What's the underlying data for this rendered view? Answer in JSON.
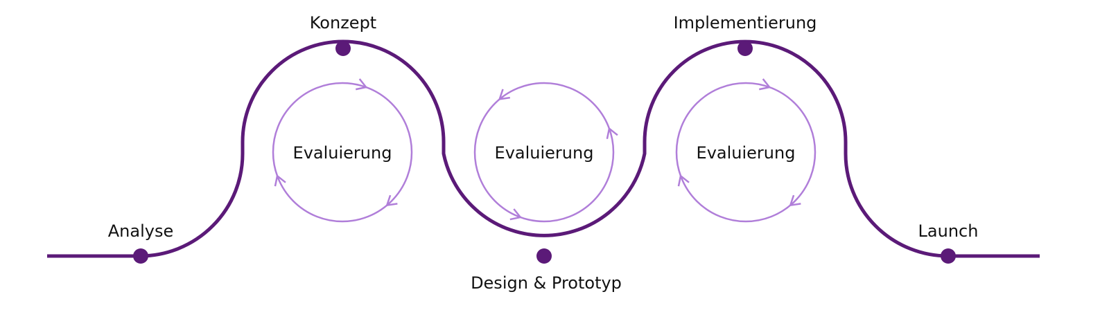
{
  "colors": {
    "path": "#5b1a78",
    "node": "#5b1a78",
    "cycle": "#b07ed9",
    "text": "#111111",
    "background": "#ffffff"
  },
  "stages": [
    {
      "label": "Analyse"
    },
    {
      "label": "Konzept"
    },
    {
      "label": "Design & Prototyp"
    },
    {
      "label": "Implementierung"
    },
    {
      "label": "Launch"
    }
  ],
  "cycles": [
    {
      "label": "Evaluierung",
      "direction": "clockwise"
    },
    {
      "label": "Evaluierung",
      "direction": "counterclockwise"
    },
    {
      "label": "Evaluierung",
      "direction": "clockwise"
    }
  ]
}
